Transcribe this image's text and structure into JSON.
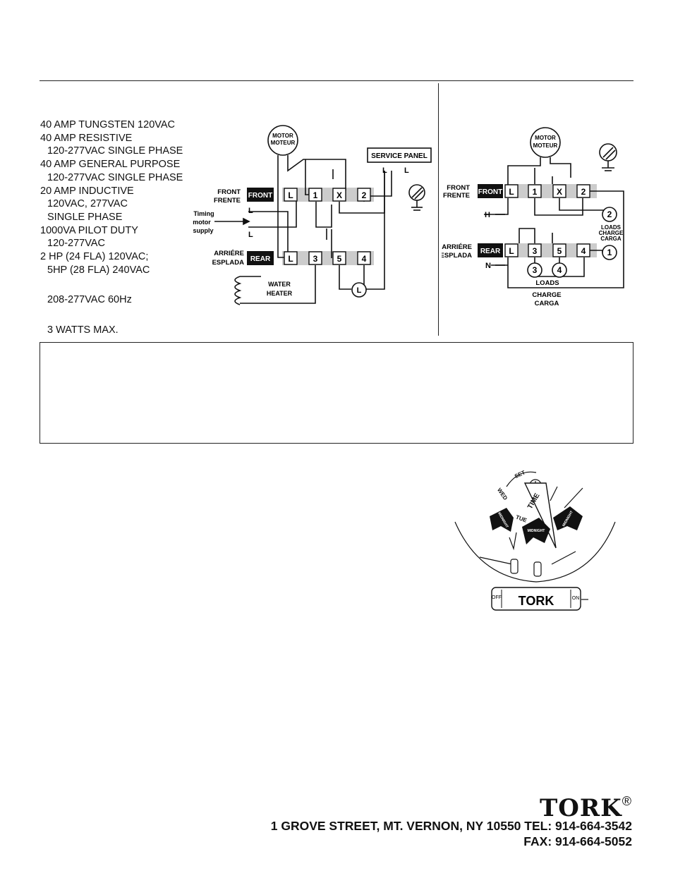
{
  "ratings": [
    {
      "text": "40 AMP TUNGSTEN 120VAC",
      "indent": false
    },
    {
      "text": "40 AMP RESISTIVE",
      "indent": false
    },
    {
      "text": "120-277VAC SINGLE PHASE",
      "indent": true
    },
    {
      "text": "40 AMP GENERAL PURPOSE",
      "indent": false
    },
    {
      "text": "120-277VAC SINGLE PHASE",
      "indent": true
    },
    {
      "text": "20 AMP INDUCTIVE",
      "indent": false
    },
    {
      "text": "120VAC, 277VAC",
      "indent": true
    },
    {
      "text": "SINGLE PHASE",
      "indent": true
    },
    {
      "text": "1000VA PILOT DUTY",
      "indent": false
    },
    {
      "text": "120-277VAC",
      "indent": true
    },
    {
      "text": "2 HP (24 FLA) 120VAC;",
      "indent": false
    },
    {
      "text": "5HP (28 FLA) 240VAC",
      "indent": true
    }
  ],
  "voltage": "208-277VAC 60Hz",
  "watts": "3 WATTS MAX.",
  "diagram1": {
    "motor": "MOTOR",
    "motor_es": "MOTEUR",
    "front": "FRONT",
    "frente": "FRENTE",
    "front_tag": "FRONT",
    "rear_tag": "REAR",
    "arriere": "ARRIÉRE",
    "esplada": "ESPLADA",
    "timing1": "Timing",
    "timing2": "motor",
    "timing3": "supply",
    "service_panel": "SERVICE PANEL",
    "water": "WATER",
    "heater": "HEATER",
    "t_L": "L",
    "t_1": "1",
    "t_X": "X",
    "t_2": "2",
    "t_3": "3",
    "t_5": "5",
    "t_4": "4",
    "line_L": "L",
    "lamp_L": "L"
  },
  "diagram2": {
    "motor": "MOTOR",
    "motor_es": "MOTEUR",
    "front": "FRONT",
    "frente": "FRENTE",
    "front_tag": "FRONT",
    "rear_tag": "REAR",
    "arriere": "ARRIÉRE",
    "esplada": "ESPLADA",
    "h": "H",
    "n": "N",
    "loads_small1": "LOADS",
    "loads_small2": "CHARGE",
    "loads_small3": "CARGA",
    "loads": "LOADS",
    "charge": "CHARGE",
    "carga": "CARGA",
    "t_L": "L",
    "t_1": "1",
    "t_X": "X",
    "t_2": "2",
    "t_3": "3",
    "t_5": "5",
    "t_4": "4",
    "c_1": "1",
    "c_2": "2",
    "c_3": "3",
    "c_4": "4"
  },
  "dial": {
    "set": "SET",
    "time": "TIME",
    "wed": "WED",
    "tue": "TUE",
    "midnight": "MIDNIGHT",
    "off": "OFF",
    "on": "ON",
    "logo": "TORK"
  },
  "footer": {
    "brand": "TORK",
    "reg": "®",
    "address": "1 GROVE STREET, MT. VERNON, NY 10550  TEL: 914-664-3542",
    "fax": "FAX: 914-664-5052"
  }
}
